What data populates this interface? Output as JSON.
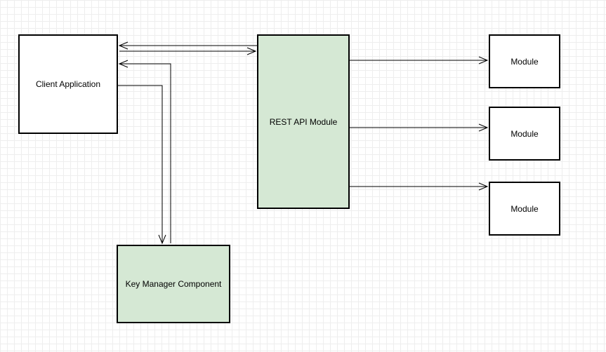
{
  "diagram": {
    "nodes": {
      "client": {
        "label": "Client Application",
        "fill": "#ffffff"
      },
      "rest": {
        "label": "REST API Module",
        "fill": "#d5e8d4"
      },
      "key_manager": {
        "label": "Key Manager Component",
        "fill": "#d5e8d4"
      },
      "module_1": {
        "label": "Module",
        "fill": "#ffffff"
      },
      "module_2": {
        "label": "Module",
        "fill": "#ffffff"
      },
      "module_3": {
        "label": "Module",
        "fill": "#ffffff"
      }
    },
    "edges": [
      {
        "from": "rest",
        "to": "client"
      },
      {
        "from": "client",
        "to": "rest"
      },
      {
        "from": "key_manager",
        "to": "client"
      },
      {
        "from": "client",
        "to": "key_manager"
      },
      {
        "from": "rest",
        "to": "module_1"
      },
      {
        "from": "rest",
        "to": "module_2"
      },
      {
        "from": "rest",
        "to": "module_3"
      }
    ],
    "colors": {
      "stroke": "#000000",
      "grid": "#eeeeee",
      "green_fill": "#d5e8d4"
    }
  }
}
